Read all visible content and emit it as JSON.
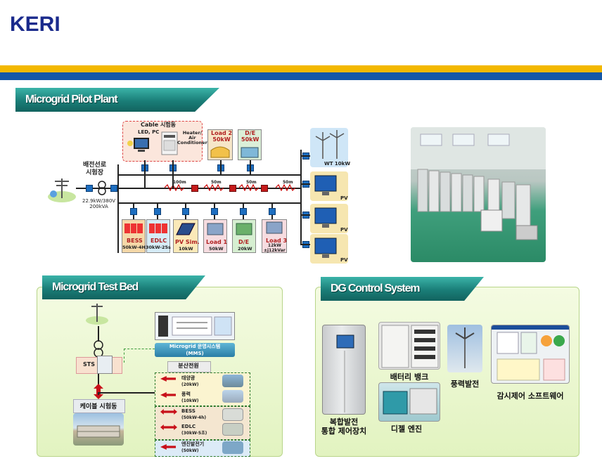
{
  "header": {
    "logo": "KERI"
  },
  "pilot_plant": {
    "title": "Microgrid Pilot Plant",
    "cable_title": "Cable 시험동",
    "led_pc": "LED, PC",
    "heater": "Heater/\nAir\nConditioner",
    "load2": "Load 2\n50kW",
    "de_top": "D/E\n50kW",
    "wt": "WT 10kW",
    "grid_label": "배전선로\n시험장",
    "transformer_label": "22.9kW/380V\n200kVA",
    "segments": [
      "100m",
      "50m",
      "50m",
      "50m"
    ],
    "bottom": [
      {
        "name": "BESS",
        "rating": "50kW-4H"
      },
      {
        "name": "EDLC",
        "rating": "30kW-25s"
      },
      {
        "name": "PV Sim.",
        "rating": "10kW"
      },
      {
        "name": "Load 1",
        "rating": "50kW"
      },
      {
        "name": "D/E",
        "rating": "20kW"
      },
      {
        "name": "Load 3",
        "rating": "12kW\n±j12kVar"
      }
    ],
    "pv": "PV"
  },
  "test_bed": {
    "title": "Microgrid Test Bed",
    "mms": "Microgrid 운영시스템\n(MMS)",
    "dist": "분산전원",
    "sts": "STS",
    "cable": "케이블 시험동",
    "sources": [
      {
        "name": "태양광",
        "rating": "(20kW)"
      },
      {
        "name": "풍력",
        "rating": "(10kW)"
      },
      {
        "name": "BESS",
        "rating": "(50kW-4h)"
      },
      {
        "name": "EDLC",
        "rating": "(30kW-5초)"
      },
      {
        "name": "엔진발전기",
        "rating": "(50kW)"
      }
    ]
  },
  "dg": {
    "title": "DG Control System",
    "labels": {
      "battery": "배터리 뱅크",
      "wind": "풍력발전",
      "software": "감시제어 소프트웨어",
      "diesel": "디젤 엔진",
      "controller": "복합발전\n통합 제어장치"
    }
  },
  "colors": {
    "brand": "#1a2a8c",
    "yellow": "#f3b800",
    "blue": "#1557a8",
    "teal": "#1a7e78"
  }
}
